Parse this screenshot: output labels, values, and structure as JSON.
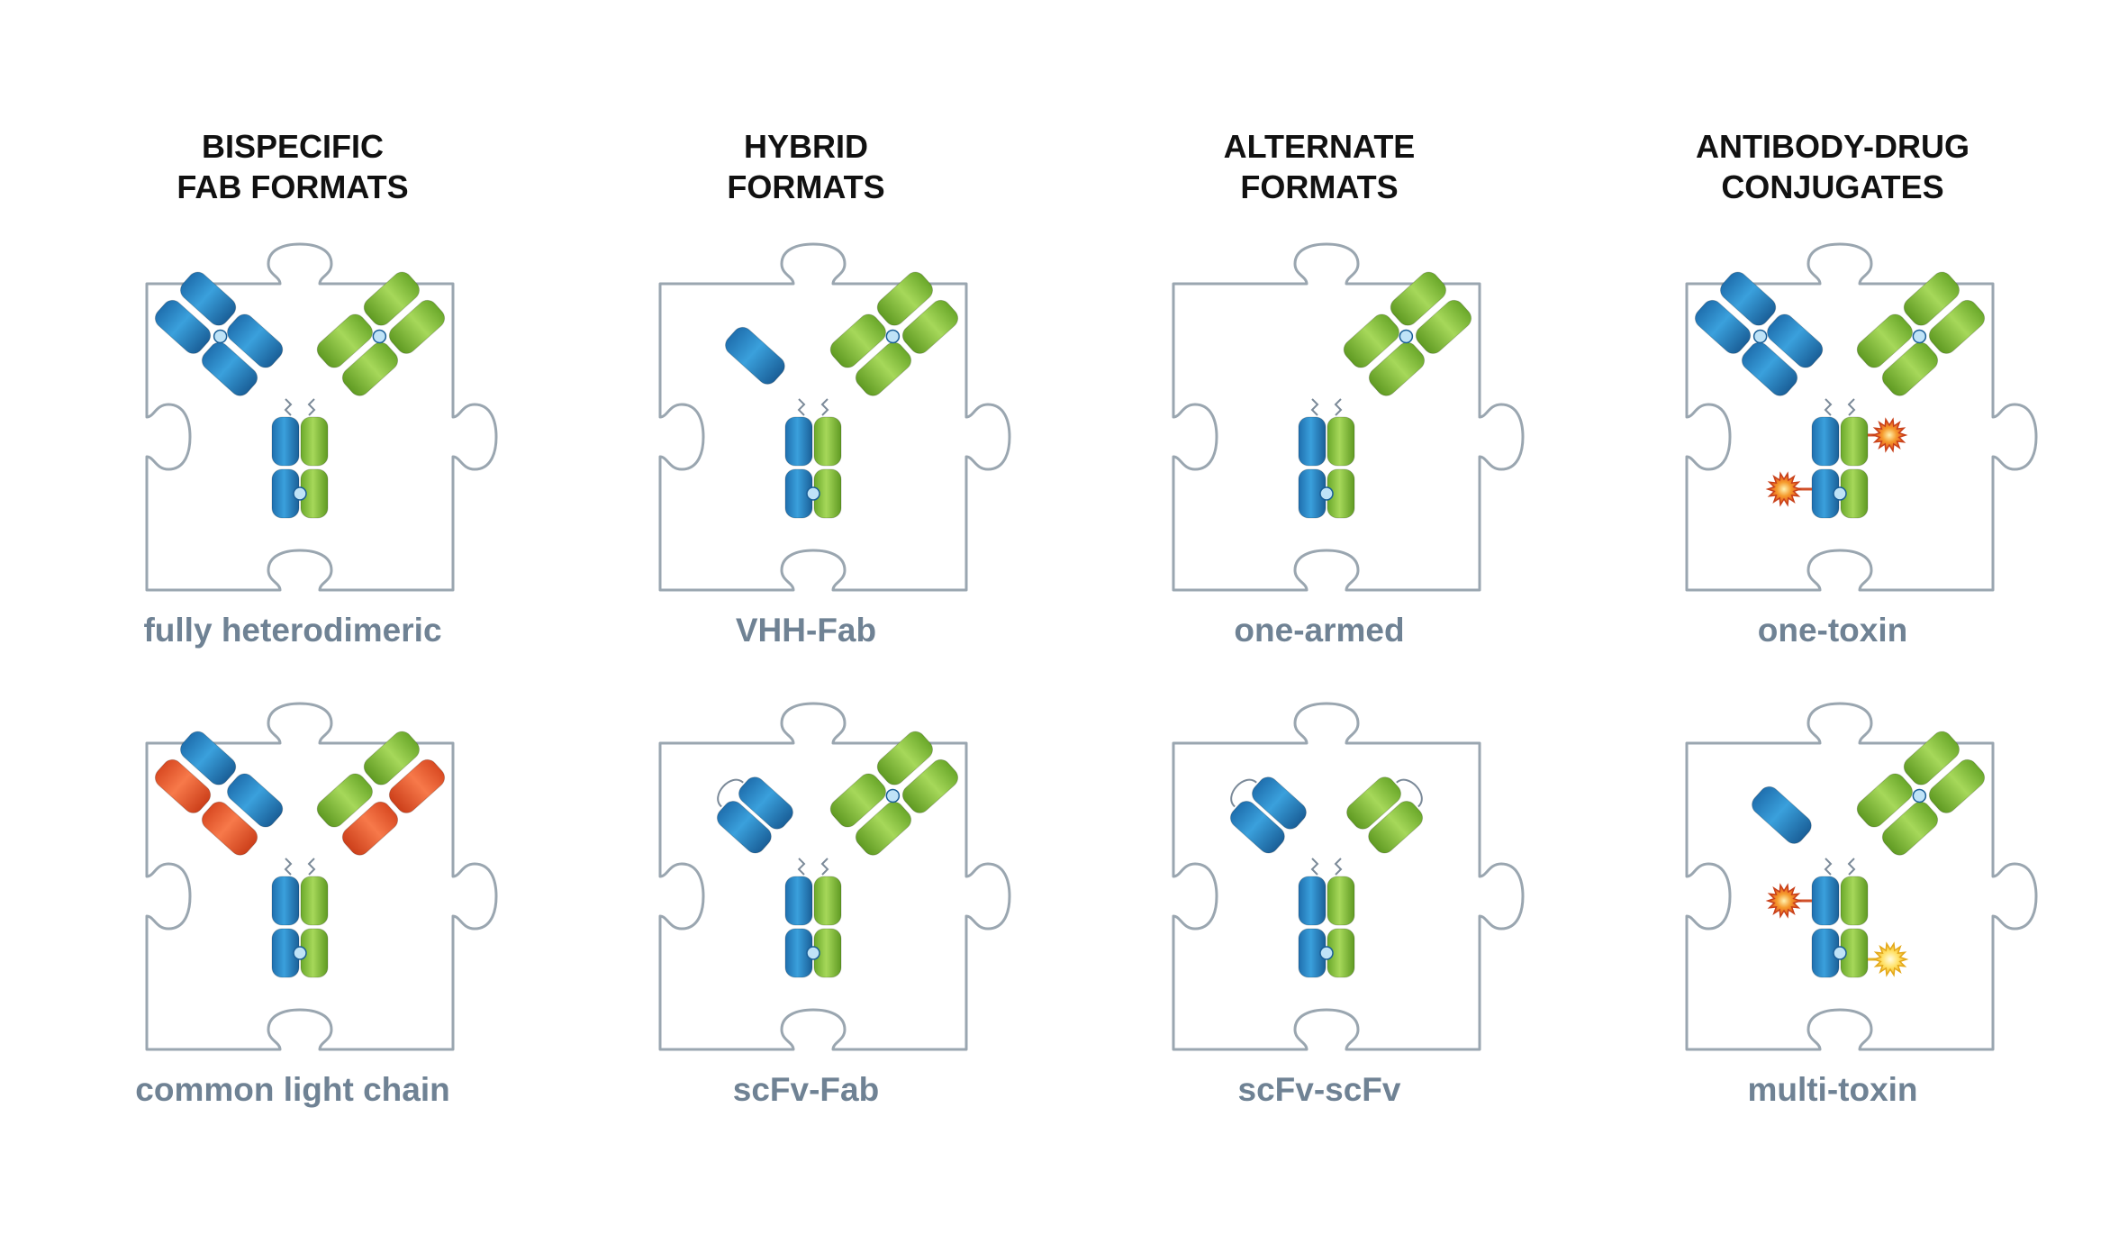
{
  "colors": {
    "blue": "#2a88c6",
    "green": "#8cc63f",
    "orange": "#f0643a",
    "toxin_orange": "#f06a28",
    "toxin_yellow": "#ffd23a",
    "outline": "#9aa6b0",
    "label": "#6f8294",
    "title": "#111111"
  },
  "columns": [
    {
      "title": [
        "BISPECIFIC",
        "FAB FORMATS"
      ],
      "tiles": [
        {
          "label": "fully heterodimeric",
          "left_arm": "fab-blue",
          "right_arm": "fab-green",
          "toxins": []
        },
        {
          "label": "common light chain",
          "left_arm": "fab-orange-light",
          "right_arm": "fab-orange-light-green",
          "toxins": []
        }
      ]
    },
    {
      "title": [
        "HYBRID",
        "FORMATS"
      ],
      "tiles": [
        {
          "label": "VHH-Fab",
          "left_arm": "vhh-blue",
          "right_arm": "fab-green",
          "toxins": []
        },
        {
          "label": "scFv-Fab",
          "left_arm": "scfv-blue",
          "right_arm": "fab-green",
          "toxins": []
        }
      ]
    },
    {
      "title": [
        "ALTERNATE",
        "FORMATS"
      ],
      "tiles": [
        {
          "label": "one-armed",
          "left_arm": "none",
          "right_arm": "fab-green",
          "toxins": []
        },
        {
          "label": "scFv-scFv",
          "left_arm": "scfv-blue",
          "right_arm": "scfv-green",
          "toxins": []
        }
      ]
    },
    {
      "title": [
        "ANTIBODY-DRUG",
        "CONJUGATES"
      ],
      "tiles": [
        {
          "label": "one-toxin",
          "left_arm": "fab-blue",
          "right_arm": "fab-green",
          "toxins": [
            "orange",
            "orange"
          ]
        },
        {
          "label": "multi-toxin",
          "left_arm": "vhh-blue",
          "right_arm": "fab-green",
          "toxins": [
            "orange",
            "yellow"
          ]
        }
      ]
    }
  ]
}
